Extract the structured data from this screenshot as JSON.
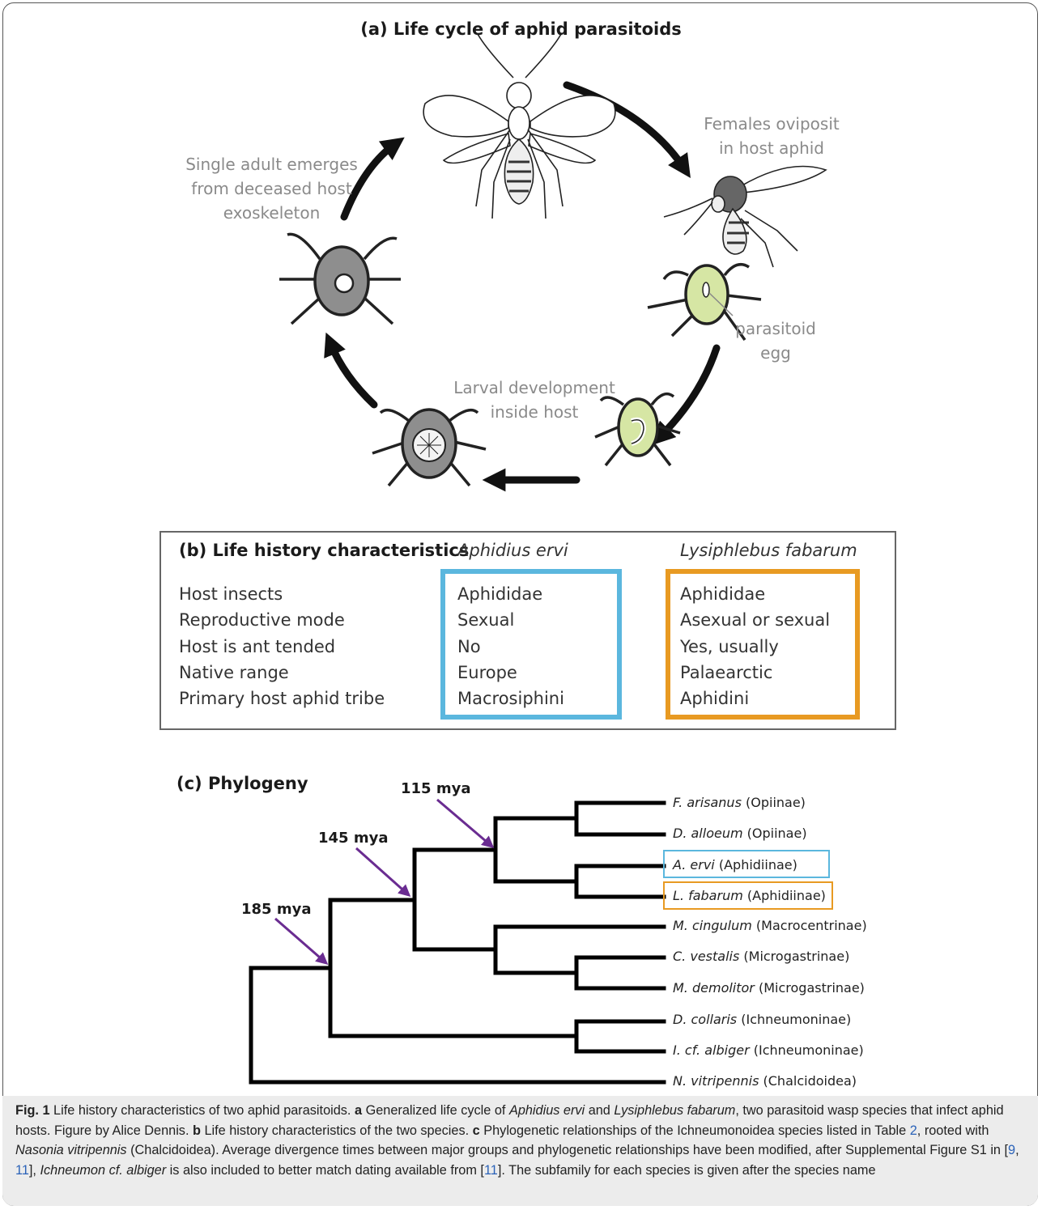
{
  "panel_a": {
    "title": "(a) Life cycle of aphid parasitoids",
    "labels": {
      "oviposit_line1": "Females oviposit",
      "oviposit_line2": "in host aphid",
      "egg": "parasitoid egg",
      "larval_line1": "Larval development",
      "larval_line2": "inside host",
      "emerge_line1": "Single adult emerges",
      "emerge_line2": "from deceased host",
      "emerge_line3": "exoskeleton"
    },
    "colors": {
      "arrow": "#111111",
      "aphid_green": "#d6e6a4",
      "mummy_gray": "#8e8e8e"
    }
  },
  "panel_b": {
    "title": "(b) Life history characteristics",
    "species": [
      "Aphidius ervi",
      "Lysiphlebus fabarum"
    ],
    "rows": [
      {
        "label": "Host insects",
        "a_ervi": "Aphididae",
        "l_fabarum": "Aphididae"
      },
      {
        "label": "Reproductive mode",
        "a_ervi": "Sexual",
        "l_fabarum": "Asexual or sexual"
      },
      {
        "label": "Host is ant tended",
        "a_ervi": "No",
        "l_fabarum": "Yes, usually"
      },
      {
        "label": "Native range",
        "a_ervi": "Europe",
        "l_fabarum": "Palaearctic"
      },
      {
        "label": "Primary host aphid tribe",
        "a_ervi": "Macrosiphini",
        "l_fabarum": "Aphidini"
      }
    ],
    "colors": {
      "a_ervi": "#5bb7de",
      "l_fabarum": "#e89a22"
    }
  },
  "panel_c": {
    "title": "(c) Phylogeny",
    "divergences": [
      "115 mya",
      "145 mya",
      "185 mya"
    ],
    "taxa": [
      {
        "species": "F. arisanus",
        "group": "(Opiinae)"
      },
      {
        "species": "D. alloeum",
        "group": "(Opiinae)"
      },
      {
        "species": "A. ervi",
        "group": "(Aphidiinae)"
      },
      {
        "species": "L. fabarum",
        "group": "(Aphidiinae)"
      },
      {
        "species": "M. cingulum",
        "group": "(Macrocentrinae)"
      },
      {
        "species": "C. vestalis",
        "group": "(Microgastrinae)"
      },
      {
        "species": "M. demolitor",
        "group": "(Microgastrinae)"
      },
      {
        "species": "D. collaris",
        "group": "(Ichneumoninae)"
      },
      {
        "species": "I. cf. albiger",
        "group": "(Ichneumoninae)"
      },
      {
        "species": "N. vitripennis",
        "group": "(Chalcidoidea)"
      }
    ],
    "colors": {
      "arrow": "#6a2c91",
      "tree": "#000000"
    }
  },
  "caption": {
    "fig_label": "Fig. 1",
    "t1": " Life history characteristics of two aphid parasitoids. ",
    "a": "a",
    "t2": " Generalized life cycle of ",
    "sp1": "Aphidius ervi",
    "t3": " and ",
    "sp2": "Lysiphlebus fabarum",
    "t4": ", two parasitoid wasp species that infect aphid hosts. Figure by Alice Dennis. ",
    "b": "b",
    "t5": " Life history characteristics of the two species. ",
    "c": "c",
    "t6": " Phylogenetic relationships of the Ichneumonoidea species listed in Table ",
    "ref_table": "2",
    "t7": ", rooted with ",
    "sp3": "Nasonia vitripennis",
    "t8": " (Chalcidoidea). Average divergence times between major groups and phylogenetic relationships have been modified, after Supplemental Figure S1 in [",
    "ref9": "9",
    "t9": ", ",
    "ref11a": "11",
    "t10": "], ",
    "sp4": "Ichneumon cf. albiger",
    "t11": " is also included to better match dating available from [",
    "ref11b": "11",
    "t12": "]. The subfamily for each species is given after the species name"
  }
}
